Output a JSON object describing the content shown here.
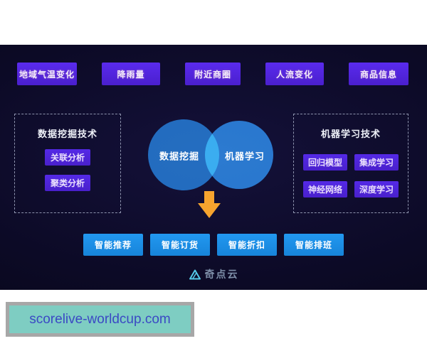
{
  "top_row": {
    "items": [
      "地域气温变化",
      "降雨量",
      "附近商圈",
      "人流变化",
      "商品信息"
    ]
  },
  "left_panel": {
    "title": "数据挖掘技术",
    "items": [
      "关联分析",
      "聚类分析"
    ]
  },
  "right_panel": {
    "title": "机器学习技术",
    "items": [
      "回归模型",
      "集成学习",
      "神经网络",
      "深度学习"
    ]
  },
  "venn": {
    "left_label": "数据挖掘",
    "right_label": "机器学习"
  },
  "bottom_row": {
    "items": [
      "智能推荐",
      "智能订货",
      "智能折扣",
      "智能排班"
    ]
  },
  "logo": {
    "text": "奇点云"
  },
  "watermark": {
    "text": "scorelive-worldcup.com"
  },
  "colors": {
    "background_dark": "#0c0a26",
    "factor_purple": "#4e23d6",
    "result_blue": "#1c8ee6",
    "circle_left": "#1263ae",
    "circle_right": "#1a70c2",
    "venn_overlap": "#2f9be0",
    "arrow_orange": "#f6a42e",
    "panel_border": "#8d93ad",
    "logo_icon": "#55c8e8",
    "logo_text": "#7e8fa9",
    "watermark_bg": "#7ecdc2",
    "watermark_border": "#a7a7a7",
    "watermark_text": "#3b49c4"
  }
}
